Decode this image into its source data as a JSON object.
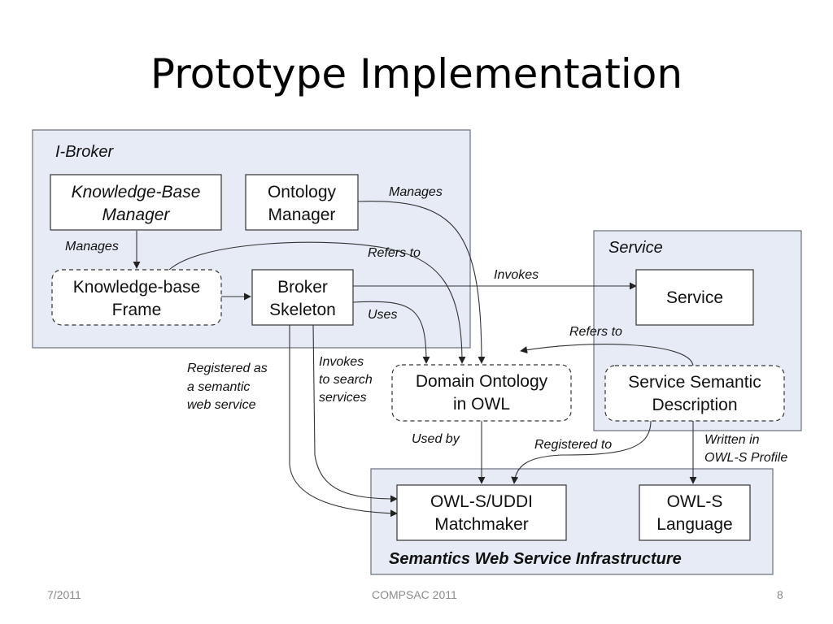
{
  "slide": {
    "title": "Prototype Implementation",
    "footer_date": "7/2011",
    "footer_center": "COMPSAC 2011",
    "footer_page": "8"
  },
  "diagram": {
    "regions": {
      "ibroker": "I-Broker",
      "service": "Service",
      "infrastructure": "Semantics Web Service Infrastructure"
    },
    "nodes": {
      "kb_manager": [
        "Knowledge-Base",
        "Manager"
      ],
      "ontology_manager": [
        "Ontology",
        "Manager"
      ],
      "kb_frame": [
        "Knowledge-base",
        "Frame"
      ],
      "broker_skeleton": [
        "Broker",
        "Skeleton"
      ],
      "service": [
        "Service"
      ],
      "domain_ontology": [
        "Domain Ontology",
        "in OWL"
      ],
      "service_semantic_description": [
        "Service Semantic",
        "Description"
      ],
      "matchmaker": [
        "OWL-S/UDDI",
        "Matchmaker"
      ],
      "owls_language": [
        "OWL-S",
        "Language"
      ]
    },
    "edge_labels": {
      "manages_kb": "Manages",
      "manages_ontology": "Manages",
      "refers_to_top": "Refers to",
      "invokes": "Invokes",
      "uses": "Uses",
      "refers_to_service": "Refers to",
      "registered_as": [
        "Registered as",
        "a semantic",
        "web service"
      ],
      "invokes_search": [
        "Invokes",
        "to search",
        "services"
      ],
      "used_by": "Used by",
      "registered_to": "Registered to",
      "written_in": [
        "Written in",
        "OWL-S Profile"
      ]
    }
  }
}
